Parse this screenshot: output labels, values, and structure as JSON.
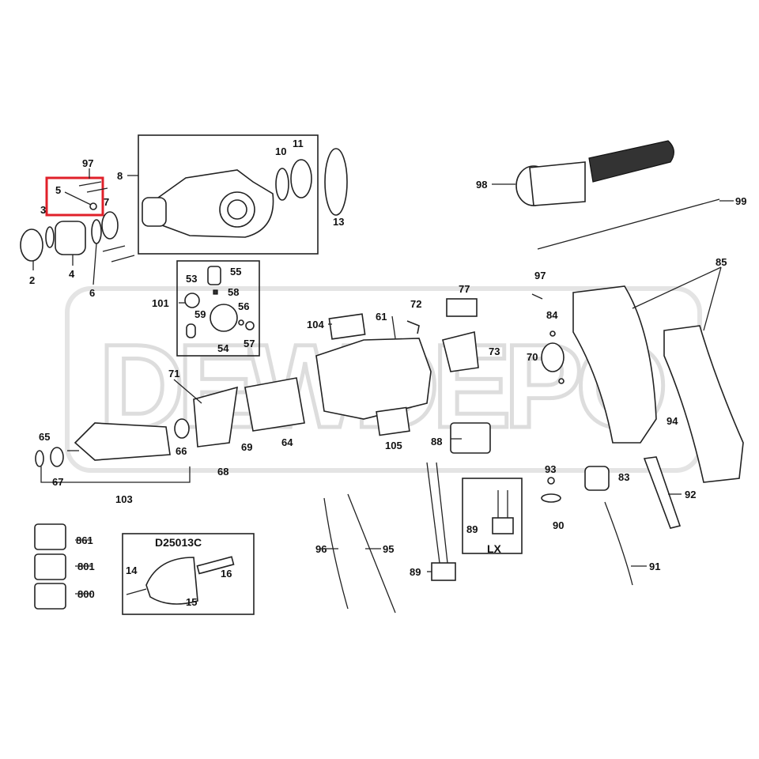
{
  "watermark": "DEWDEPO",
  "highlight_color": "#e0202a",
  "kit_title": "D25013C",
  "variant_label": "LX",
  "labels": {
    "p97a": "97",
    "p5": "5",
    "p7": "7",
    "p3": "3",
    "p2": "2",
    "p4": "4",
    "p6": "6",
    "p8": "8",
    "p10": "10",
    "p11": "11",
    "p13": "13",
    "p98": "98",
    "p99": "99",
    "p85": "85",
    "p53": "53",
    "p55": "55",
    "p101": "101",
    "p58": "58",
    "p56": "56",
    "p59": "59",
    "p57": "57",
    "p54": "54",
    "p77": "77",
    "p72": "72",
    "p97b": "97",
    "p104": "104",
    "p61": "61",
    "p73": "73",
    "p84": "84",
    "p70": "70",
    "p94": "94",
    "p71": "71",
    "p65": "65",
    "p66": "66",
    "p67": "67",
    "p103": "103",
    "p68": "68",
    "p69": "69",
    "p64": "64",
    "p105": "105",
    "p88": "88",
    "p93": "93",
    "p83": "83",
    "p92": "92",
    "p90": "90",
    "p89a": "89",
    "p861": "861",
    "p801": "801",
    "p800": "800",
    "p14": "14",
    "p16": "16",
    "p15": "15",
    "p96": "96",
    "p95": "95",
    "p89b": "89",
    "p91": "91"
  }
}
